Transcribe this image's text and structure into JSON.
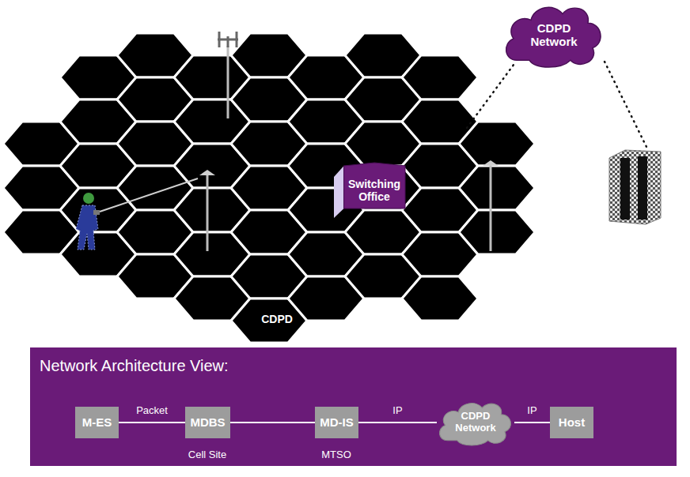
{
  "diagram": {
    "nodes": [
      {
        "text": [
          "CDPD Network"
        ]
      },
      {
        "text": [
          "Switching Office"
        ]
      },
      {
        "text": [
          "Network Architecture View:"
        ]
      },
      {
        "text": [
          "M-ES"
        ],
        "in": 2
      },
      {
        "text": [
          "MDBS"
        ],
        "in": 2
      },
      {
        "text": [
          "MD-IS"
        ],
        "in": 2
      },
      {
        "text": [
          "CDPD Network"
        ],
        "in": 2
      },
      {
        "text": [
          "Host"
        ],
        "in": 2
      }
    ],
    "edges": [
      {
        "from": 3,
        "to": 4,
        "label": "Packet",
        "arrow": "none"
      },
      {
        "from": 4,
        "to": 5,
        "arrow": "none"
      },
      {
        "from": 5,
        "to": 6,
        "label": "IP",
        "arrow": "none"
      },
      {
        "from": 6,
        "to": 7,
        "label": "IP",
        "arrow": "none"
      }
    ],
    "labels": [
      "CDPD",
      "Cell Site",
      "MTSO"
    ]
  }
}
